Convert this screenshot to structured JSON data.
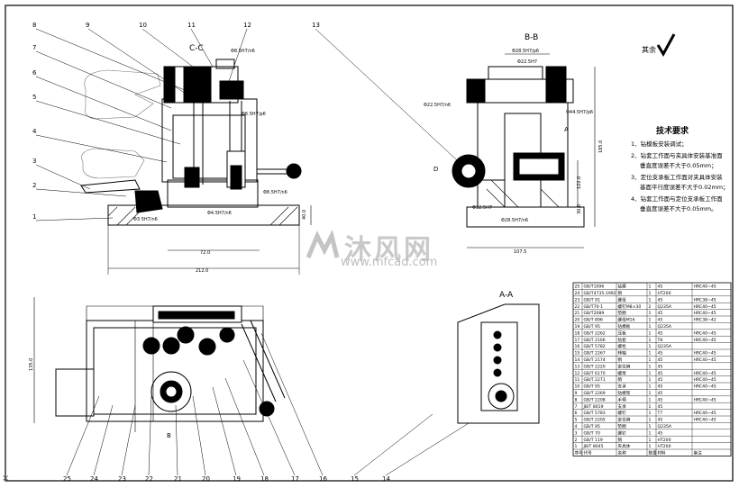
{
  "views": {
    "cc_label": "C-C",
    "bb_label": "B-B",
    "aa_label": "A-A",
    "sec_a": "A",
    "sec_b": "B",
    "sec_d": "D"
  },
  "callouts_top": [
    "8",
    "9",
    "10",
    "11",
    "12",
    "13"
  ],
  "callouts_left": [
    "7",
    "6",
    "5",
    "4",
    "3",
    "2",
    "1"
  ],
  "callouts_bottom": [
    "25",
    "24",
    "23",
    "22",
    "21",
    "20",
    "19",
    "18",
    "17",
    "16",
    "15",
    "14"
  ],
  "dimensions": {
    "d1": "Φ8.5H7/n6",
    "d2": "Φ6.5H7/p6",
    "d3": "Φ4.5H7/n6",
    "d4": "Φ8.5H7/n6",
    "d5": "Φ3.5H7/n6",
    "w1": "72.0",
    "w2": "212.0",
    "h1": "40.0",
    "bb1": "Φ28.5H7/p6",
    "bb2": "Φ22.5H7",
    "bb3": "Φ22.5H7/n6",
    "bb4": "Φ44.5H7/p6",
    "bb5": "Φ32.5H7",
    "bb6": "Φ28.5H7/n6",
    "bb_h": "185.0",
    "bb_h2": "122.0",
    "bb_h3": "30.0",
    "bb_w": "107.5",
    "plan_h": "135.0"
  },
  "rough": "其余",
  "tech": {
    "title": "技术要求",
    "items": [
      "1、钻模板安装调试；",
      "2、钻套工作面与夹具体安装基准面",
      "垂直度误差不大于0.05mm；",
      "3、定位支承板工作面对夹具体安装",
      "基面平行度误差不大于0.02mm；",
      "4、钻套工作面与定位支承板工作面",
      "垂直度误差不大于0.05mm。"
    ]
  },
  "bom": {
    "rows": [
      [
        "25",
        "GB/T1096",
        "钻模",
        "1",
        "45",
        "HRC40~45"
      ],
      [
        "24",
        "GB/T4735-1992",
        "销",
        "1",
        "HT200",
        ""
      ],
      [
        "23",
        "GB/T 91",
        "螺母",
        "1",
        "45",
        "HRC38~45"
      ],
      [
        "22",
        "GB/T70-1",
        "螺钉M8×30",
        "2",
        "Q235A",
        "HRC40~45"
      ],
      [
        "21",
        "GB/T2089",
        "垫圈",
        "1",
        "45",
        "HRC40~45"
      ],
      [
        "20",
        "GB/T 896",
        "螺母M16",
        "1",
        "45",
        "HRC38~42"
      ],
      [
        "19",
        "GB/T 95",
        "钻模板",
        "1",
        "Q235A",
        ""
      ],
      [
        "18",
        "GB/T 2262",
        "压板",
        "1",
        "45",
        "HRC40~45"
      ],
      [
        "17",
        "GB/T 2166",
        "钻套",
        "1",
        "T8",
        "HRC40~45"
      ],
      [
        "16",
        "GB/T 5782",
        "螺栓",
        "1",
        "Q235A",
        ""
      ],
      [
        "15",
        "GB/T 2267",
        "转轴",
        "1",
        "45",
        "HRC40~45"
      ],
      [
        "14",
        "GB/T 2174",
        "销",
        "1",
        "45",
        "HRC40~45"
      ],
      [
        "13",
        "GB/T 2220",
        "定位销",
        "1",
        "45",
        ""
      ],
      [
        "12",
        "GB/T 6170",
        "螺母",
        "1",
        "45",
        "HRC40~45"
      ],
      [
        "11",
        "GB/T 2271",
        "销",
        "1",
        "45",
        "HRC40~45"
      ],
      [
        "10",
        "GB/T 95",
        "支承",
        "1",
        "45",
        "HRC40~45"
      ],
      [
        "9",
        "GB/T 2269",
        "钻模架",
        "1",
        "45",
        ""
      ],
      [
        "8",
        "GB/T 2208",
        "手柄",
        "1",
        "45",
        "HRC40~45"
      ],
      [
        "7",
        "JB/T 8019",
        "支承",
        "1",
        "45",
        ""
      ],
      [
        "6",
        "GB/T 5783",
        "螺钉",
        "1",
        "T7",
        "HRC40~45"
      ],
      [
        "5",
        "GB/T 2205",
        "定位销",
        "1",
        "45",
        "HRC40~45"
      ],
      [
        "4",
        "GB/T 95",
        "垫圈",
        "1",
        "Q235A",
        ""
      ],
      [
        "3",
        "GB/T 70",
        "螺钉",
        "1",
        "45",
        ""
      ],
      [
        "2",
        "GB/T 119",
        "销",
        "1",
        "HT200",
        ""
      ],
      [
        "1",
        "JB/T 8045",
        "夹具体",
        "1",
        "HT200",
        ""
      ]
    ],
    "footer": [
      "序号",
      "代号",
      "名称",
      "数量",
      "材料",
      "备注"
    ]
  },
  "watermark": {
    "cn": "沐风网",
    "url": "www.mfcad.com"
  },
  "corner_mark": "×"
}
